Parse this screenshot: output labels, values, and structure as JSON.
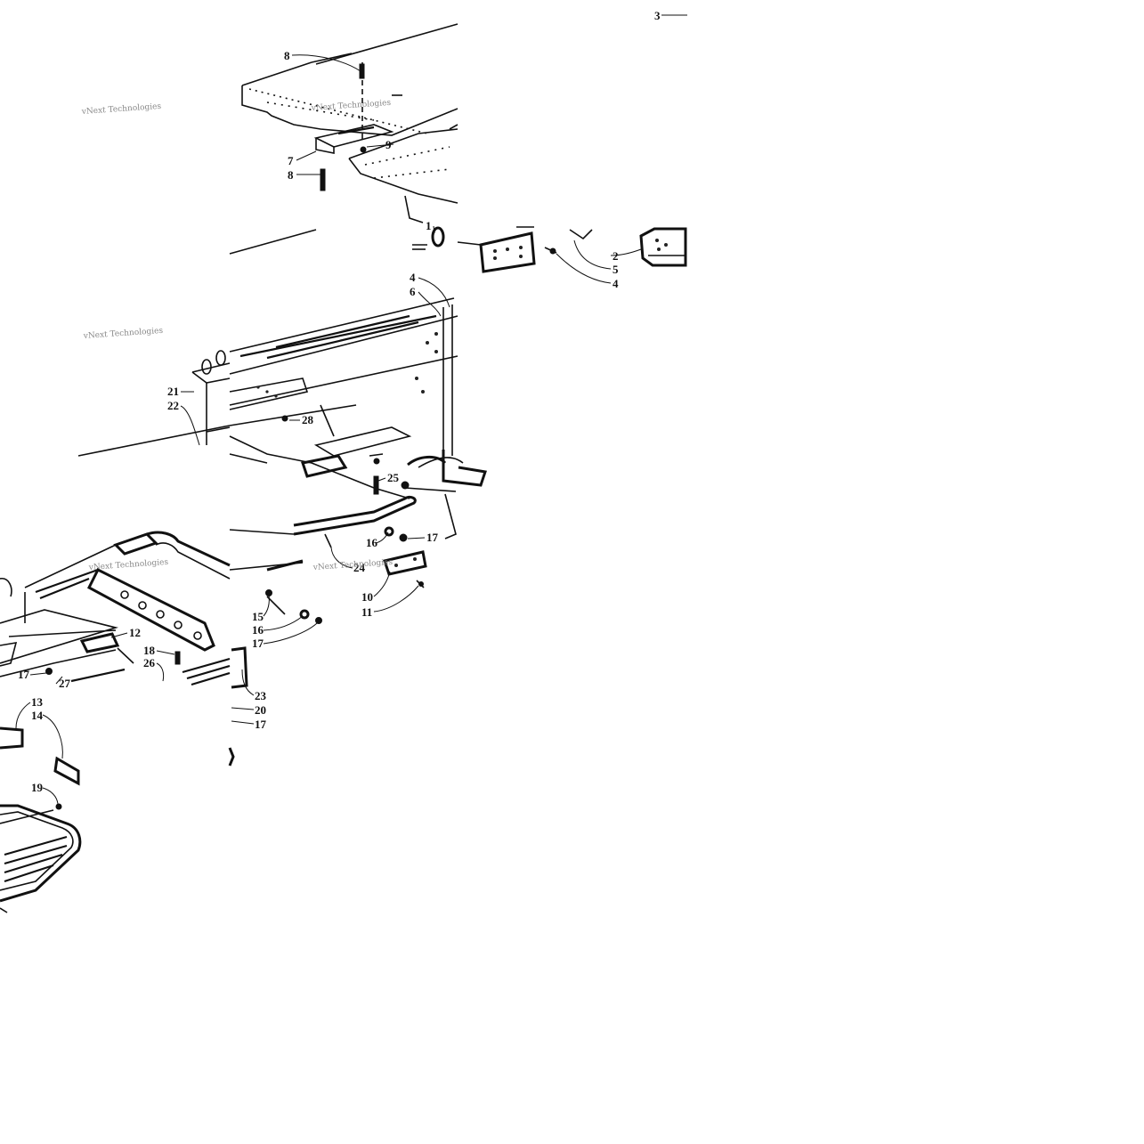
{
  "watermark": "vNext Technologies",
  "part_labels": [
    "1",
    "2",
    "3",
    "4",
    "5",
    "6",
    "7",
    "8",
    "9",
    "10",
    "11",
    "12",
    "13",
    "14",
    "15",
    "16",
    "17",
    "18",
    "19",
    "20",
    "21",
    "22",
    "23",
    "24",
    "25",
    "26",
    "27",
    "28"
  ]
}
